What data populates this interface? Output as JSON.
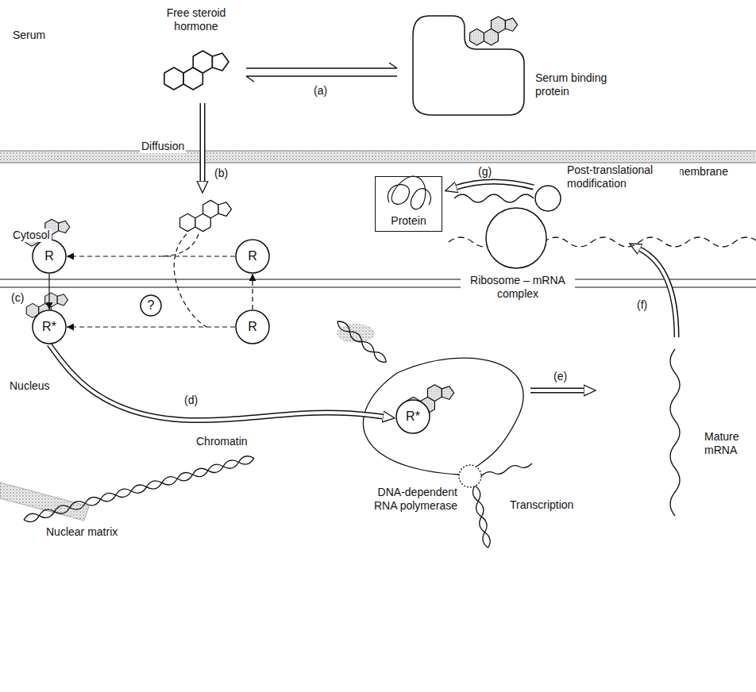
{
  "diagram": {
    "nodes": [
      {
        "text": [
          "Protein"
        ]
      },
      {
        "text": [
          "R"
        ]
      },
      {
        "text": [
          "R"
        ]
      },
      {
        "text": [
          "R*"
        ]
      },
      {
        "text": [
          "?"
        ]
      },
      {
        "text": [
          "R"
        ]
      },
      {
        "text": [
          "R*"
        ]
      }
    ],
    "edges": [
      {
        "from": 2,
        "to": 1,
        "arrow": "to"
      },
      {
        "from": 5,
        "to": 2,
        "arrow": "to"
      },
      {
        "from": 5,
        "to": 3,
        "arrow": "to"
      },
      {
        "from": 1,
        "to": 3,
        "arrow": "to"
      },
      {
        "from": 3,
        "to": 6,
        "arrow": "to"
      }
    ],
    "labels": [
      "Serum",
      "Free steroid hormone",
      "Serum binding protein",
      "(a)",
      "Cell membrane",
      "Diffusion",
      "(b)",
      "Cytosol",
      "(g)",
      "Post-translational modification",
      "Ribosome – mRNA complex",
      "(f)",
      "(c)",
      "Nucleus",
      "(d)",
      "Chromatin",
      "Nuclear matrix",
      "(e)",
      "DNA-dependent RNA polymerase",
      "Transcription",
      "Mature mRNA"
    ]
  }
}
